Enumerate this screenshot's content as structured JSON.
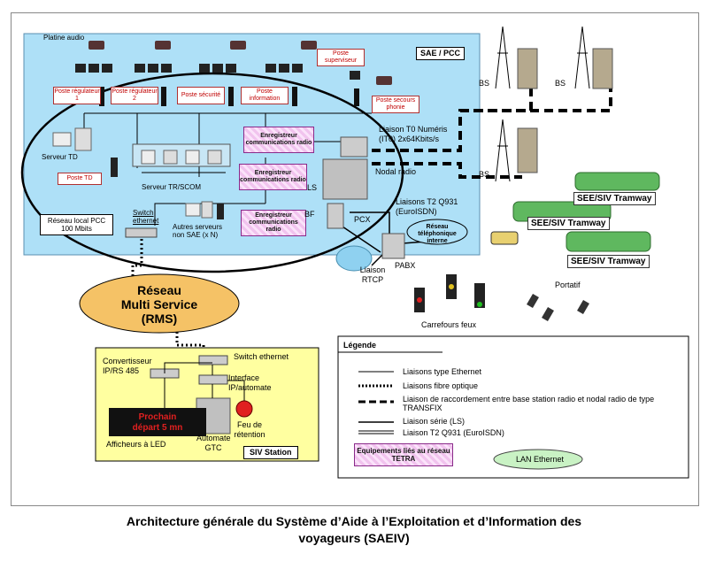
{
  "pcc": {
    "area_label": "SAE / PCC",
    "platine_audio": "Platine audio",
    "poste_superviseur": "Poste superviseur",
    "poste_regulateur_1": "Poste régulateur 1",
    "poste_regulateur_2": "Poste régulateur 2",
    "poste_securite": "Poste sécurité",
    "poste_information": "Poste information",
    "poste_secours": "Poste secours phonie",
    "serveur_td": "Serveur TD",
    "poste_td": "Poste TD",
    "serveur_tr": "Serveur TR/SCOM",
    "autres_serveurs": "Autres serveurs non SAE (x N)",
    "switch_ethernet": "Switch ethernet",
    "reseau_local": "Réseau local PCC 100 Mbits",
    "enregistreur": "Enregistreur communications radio",
    "nodal_radio": "Nodal radio",
    "ls": "LS",
    "bf": "BF",
    "pcx": "PCX",
    "pabx": "PABX",
    "liaison_t0": "Liaison T0 Numéris (IT0) 2x64Kbits/s",
    "liaisons_t2": "Liaisons T2 Q931 (EuroISDN)",
    "liaison_rtcp": "Liaison RTCP",
    "reseau_telephonique": "Réseau téléphonique interne"
  },
  "field": {
    "bs": "BS",
    "tramway": "SEE/SIV Tramway",
    "portatif": "Portatif",
    "carrefours_feux": "Carrefours feux"
  },
  "rms": {
    "line1": "Réseau",
    "line2": "Multi Service",
    "line3": "(RMS)"
  },
  "station": {
    "convertisseur": "Convertisseur IP/RS 485",
    "switch_ethernet": "Switch ethernet",
    "interface": "Interface IP/automate",
    "led_line1": "Prochain",
    "led_line2": "départ 5 mn",
    "afficheurs": "Afficheurs à LED",
    "automate": "Automate GTC",
    "feu": "Feu de rétention",
    "label": "SIV Station"
  },
  "legend": {
    "title": "Légende",
    "items": [
      "Liaisons type Ethernet",
      "Liaisons fibre optique",
      "Liaison de raccordement entre base station radio et nodal radio de type TRANSFIX",
      "Liaison série (LS)",
      "Liaison T2 Q931 (EuroISDN)"
    ],
    "tetra": "Equipements liés au réseau TETRA",
    "lan": "LAN Ethernet"
  },
  "caption": {
    "line1": "Architecture générale du Système d’Aide à l’Exploitation et d’Information des",
    "line2": "voyageurs (SAEIV)"
  },
  "colors": {
    "pcc_bg": "#aee0f7",
    "station_bg": "#ffffa0",
    "rms_fill": "#f5c266",
    "lan_fill": "#c9f2c4",
    "tram_green": "#5fb85f",
    "led_red": "#e02020"
  }
}
